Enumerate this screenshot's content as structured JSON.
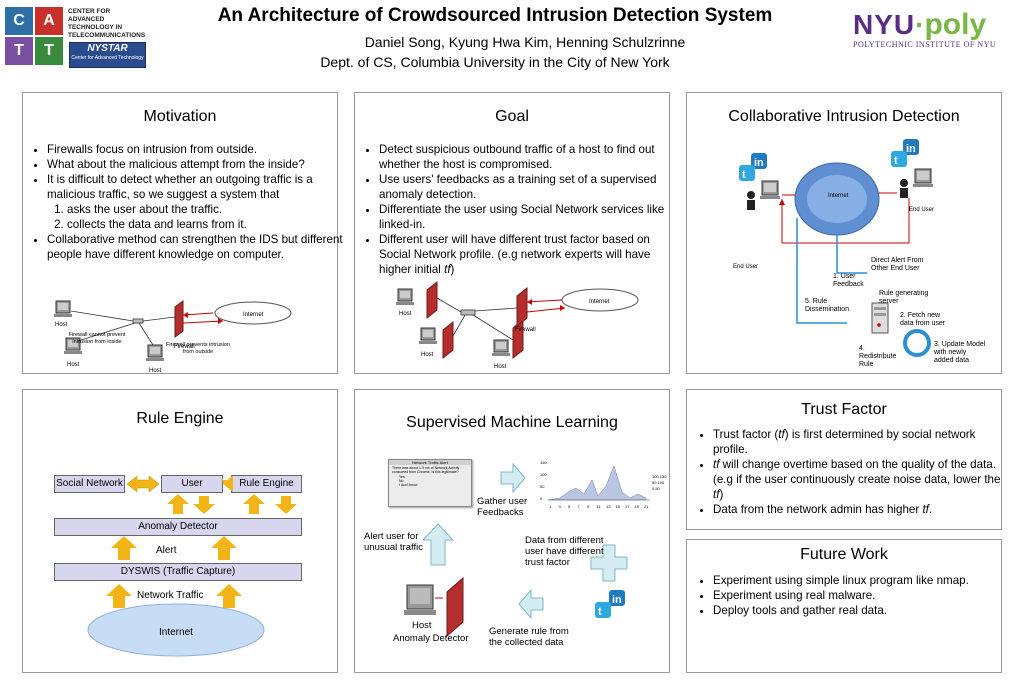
{
  "header": {
    "cat_letters": [
      "C",
      "A",
      "T",
      "T"
    ],
    "cat_text": [
      "CENTER FOR",
      "ADVANCED",
      "TECHNOLOGY IN",
      "TELECOMMUNICATIONS"
    ],
    "nystar_main": "NYSTAR",
    "nystar_sub": "Center for Advanced Technology",
    "title": "An Architecture of Crowdsourced Intrusion Detection System",
    "authors": "Daniel Song, Kyung Hwa Kim, Henning Schulzrinne",
    "affiliation": "Dept. of CS, Columbia University in the City of New York",
    "nyu_a": "NYU",
    "nyu_b": "poly",
    "nyu_sub": "POLYTECHNIC INSTITUTE OF NYU"
  },
  "motivation": {
    "title": "Motivation",
    "bullets": [
      "Firewalls focus on intrusion from outside.",
      "What about the malicious attempt from the inside?",
      "It is difficult to detect whether an outgoing traffic is a malicious traffic, so we suggest a system that",
      "Collaborative method can strengthen the IDS but different people have different knowledge on computer."
    ],
    "sub": [
      "asks the user about the traffic.",
      "collects the data and learns from it."
    ],
    "diagram": {
      "host": "Host",
      "internet": "Internet",
      "firewall": "Firewall",
      "cannot_prevent": "Firewall cannot prevent intrusion from inside",
      "prevents": "Firewall prevents intrusion from outside"
    }
  },
  "goal": {
    "title": "Goal",
    "bullets": [
      "Detect suspicious outbound traffic of a host to find out whether the host is compromised.",
      "Use users' feedbacks as a training set of a supervised anomaly detection.",
      "Differentiate the user using Social Network services like linked-in.",
      "Different user will have different trust factor based on Social Network profile. (e.g network experts will have higher initial "
    ],
    "tf": "tf",
    "close": ")",
    "diagram": {
      "host": "Host",
      "internet": "Internet",
      "firewall": "Firewall"
    }
  },
  "collab": {
    "title": "Collaborative Intrusion Detection",
    "end_user": "End User",
    "end_user2": "End User",
    "internet": "Internet",
    "direct_alert": "Direct Alert From Other End User",
    "user_feedback": "1. User Feedback",
    "rule_diss": "5. Rule Dissemination",
    "rule_server": "Rule generating server",
    "fetch": "2. Fetch new data from user",
    "update": "3. Update Model with newly added data",
    "redistribute": "4. Redistribute Rule",
    "li": "in"
  },
  "rule_engine": {
    "title": "Rule Engine",
    "social": "Social Network",
    "user": "User",
    "engine": "Rule Engine",
    "anomaly": "Anomaly Detector",
    "alert": "Alert",
    "dyswis": "DYSWIS (Traffic Capture)",
    "traffic": "Network Traffic",
    "internet": "Internet"
  },
  "sml": {
    "title": "Supervised Machine Learning",
    "gather": "Gather user Feedbacks",
    "alert_user": "Alert user for unusual traffic",
    "data_diff": "Data from different user have different trust factor",
    "host": "Host",
    "anomaly": "Anomaly Detector",
    "generate": "Generate rule from the collected data",
    "dialog_title": "Network Traffic Alert",
    "dialog_text": "There was about 1.5 mb of Network Activity consumed from Chrome. Is this legitimate?",
    "opt_yes": "Yes",
    "opt_no": "No",
    "opt_idk": "I don't know",
    "chart_y": [
      "150",
      "100",
      "50",
      "0"
    ],
    "chart_x": [
      "1",
      "3",
      "5",
      "7",
      "9",
      "11",
      "13",
      "15",
      "17",
      "19",
      "21"
    ],
    "legend": [
      "100.150",
      "50.100",
      "0.50"
    ],
    "li": "in"
  },
  "trust": {
    "title": "Trust Factor",
    "b1a": "Trust factor (",
    "tf": "tf",
    "b1b": ") is first determined by social network profile.",
    "b2b": " will change overtime based on the quality of the data. (e.g if the user continuously create noise data, lower the ",
    "b2c": ")",
    "b3a": "Data from the network admin has higher ",
    "b3b": "."
  },
  "future": {
    "title": "Future Work",
    "bullets": [
      "Experiment using simple linux program like nmap.",
      "Experiment using real malware.",
      "Deploy tools and gather real data."
    ]
  }
}
